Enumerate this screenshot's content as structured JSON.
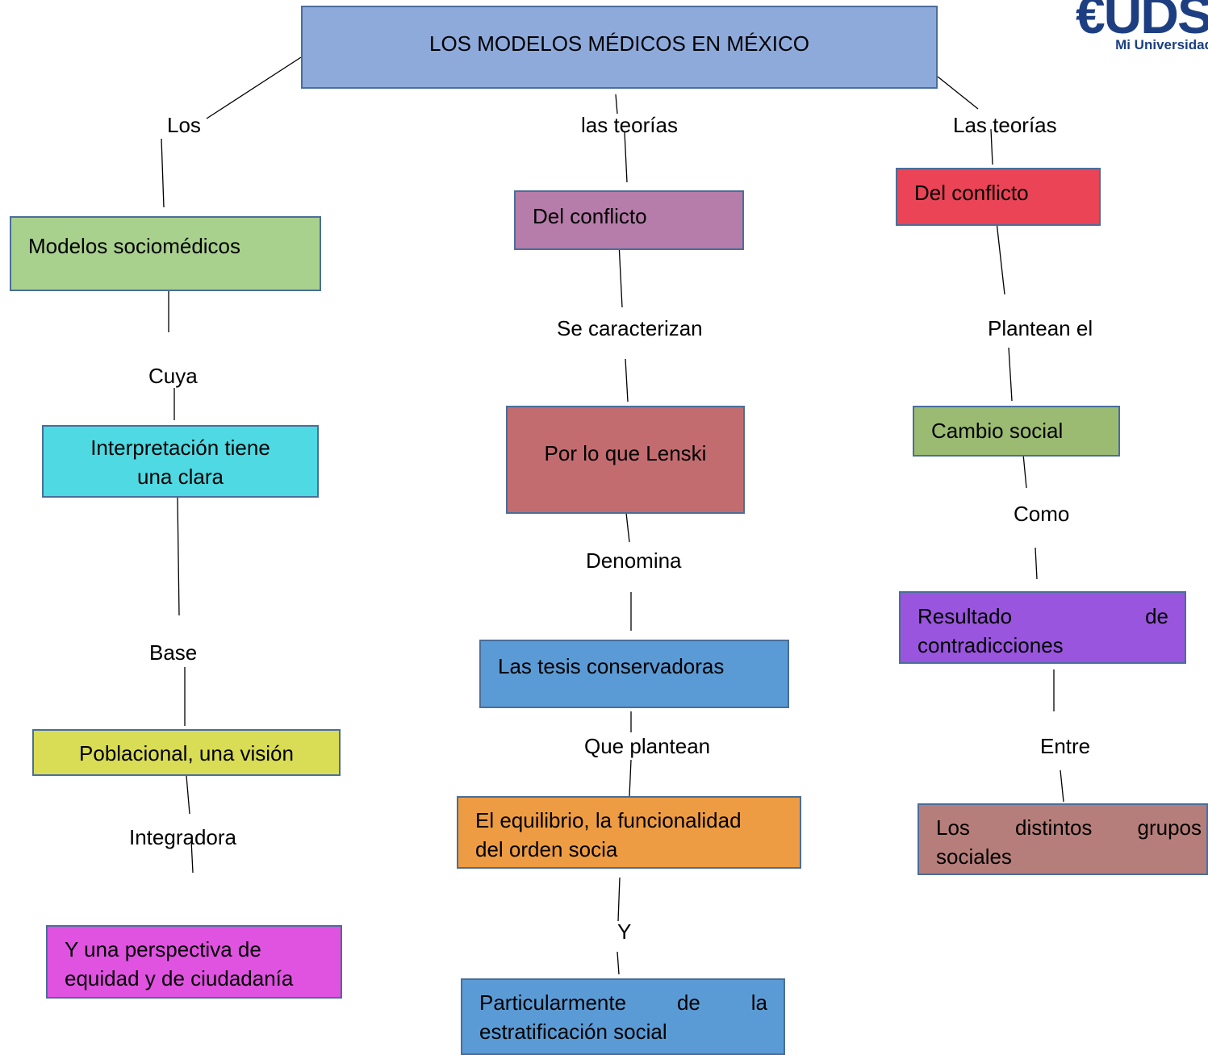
{
  "title": "LOS MODELOS MÉDICOS EN MÉXICO",
  "logo": {
    "mark": "€UDS",
    "subtitle": "Mi Universidad"
  },
  "colors": {
    "title_box": "#8eaadb",
    "modelos": "#a9d18e",
    "interpretacion": "#4fd9e3",
    "poblacional": "#d9dc55",
    "perspectiva": "#e052e0",
    "del_conflicto_mid": "#b67caa",
    "lenski": "#c36c70",
    "tesis": "#5b9bd5",
    "equilibrio": "#ed9c43",
    "particularmente": "#5b9bd5",
    "del_conflicto_right": "#ea4456",
    "cambio": "#9bbb72",
    "resultado": "#9955dd",
    "grupos": "#b67e7a",
    "border": "#4a6e9a",
    "logo": "#1d3f82"
  },
  "left": {
    "label_los": "Los",
    "modelos": "Modelos sociomédicos",
    "label_cuya": "Cuya",
    "interpretacion_1": "Interpretación  tiene",
    "interpretacion_2": "una clara",
    "label_base": "Base",
    "poblacional": "Poblacional, una visión",
    "label_integradora": "Integradora",
    "perspectiva_1": "Y una  perspectiva de",
    "perspectiva_2": "equidad y de ciudadanía"
  },
  "middle": {
    "label_teorias": "las teorías",
    "del_conflicto": "Del conflicto",
    "label_caracterizan": "Se caracterizan",
    "lenski": "Por lo que Lenski",
    "label_denomina": "Denomina",
    "tesis": "Las tesis conservadoras",
    "label_plantean": "Que plantean",
    "equilibrio_1": "El equilibrio, la funcionalidad",
    "equilibrio_2": "del  orden socia",
    "label_y": "Y",
    "particularmente_1": "Particularmente de la",
    "particularmente_2": "estratificación  social"
  },
  "right": {
    "label_teorias": "Las  teorías",
    "del_conflicto": "Del conflicto",
    "label_plantean": "Plantean el",
    "cambio": "Cambio social",
    "label_como": "Como",
    "resultado_1": "Resultado de",
    "resultado_2": "contradicciones",
    "label_entre": "Entre",
    "grupos_1": "Los distintos grupos",
    "grupos_2": "sociales"
  }
}
